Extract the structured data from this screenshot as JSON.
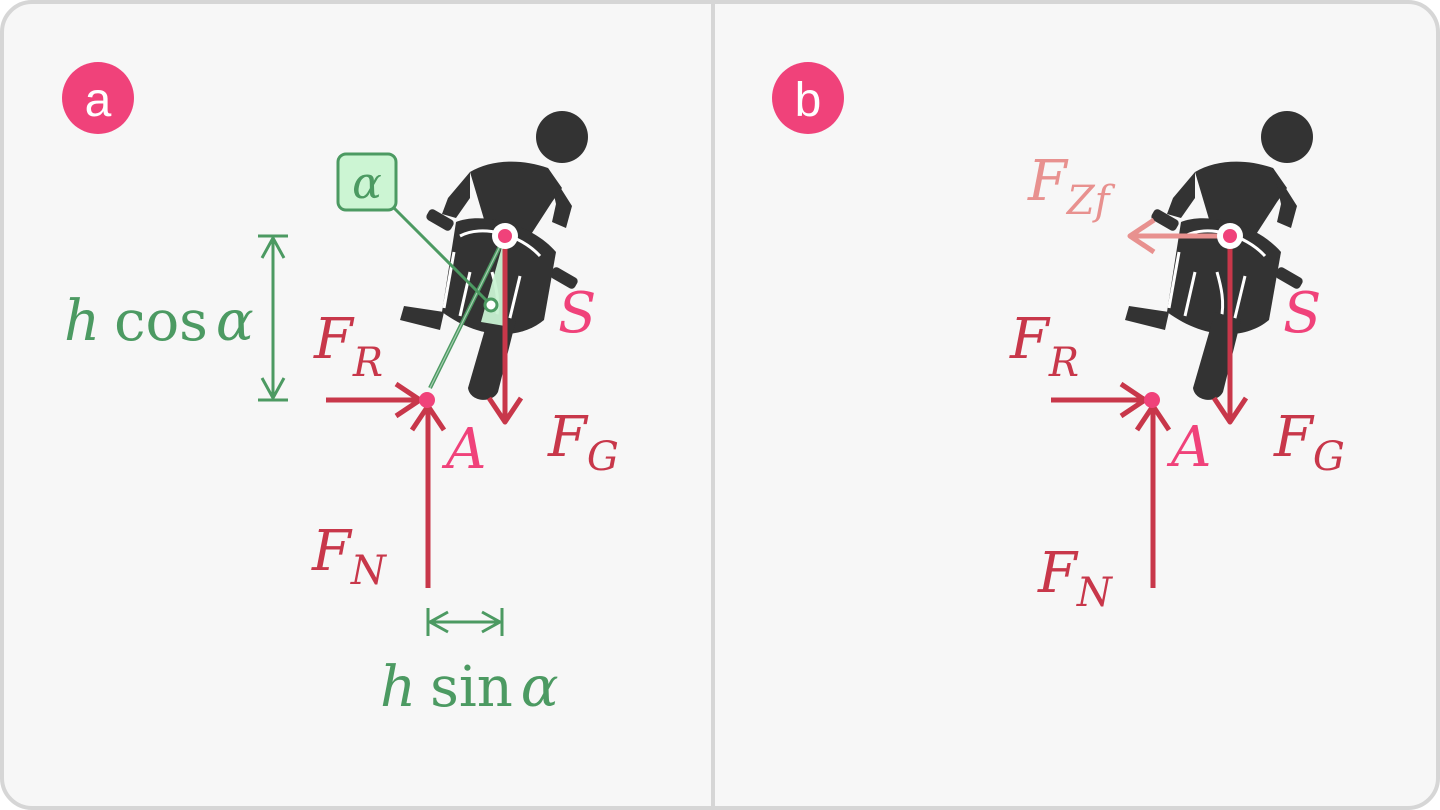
{
  "panels": [
    {
      "badge": "a",
      "labels": {
        "alpha_box": "α",
        "h_cos_h": "h",
        "h_cos_fn": "cos",
        "h_cos_alpha": "α",
        "F_R_main": "F",
        "F_R_sub": "R",
        "S": "S",
        "A": "A",
        "F_G_main": "F",
        "F_G_sub": "G",
        "F_N_main": "F",
        "F_N_sub": "N",
        "h_sin_h": "h",
        "h_sin_fn": "sin",
        "h_sin_alpha": "α"
      }
    },
    {
      "badge": "b",
      "labels": {
        "F_Zf_main": "F",
        "F_Zf_sub": "Zf",
        "F_R_main": "F",
        "F_R_sub": "R",
        "S": "S",
        "A": "A",
        "F_G_main": "F",
        "F_G_sub": "G",
        "F_N_main": "F",
        "F_N_sub": "N"
      }
    }
  ],
  "colors": {
    "force": "#c8374a",
    "point": "#f0427a",
    "geometry": "#4c9a62",
    "centrifugal": "#e8918f",
    "badge": "#f0427a",
    "rider": "#333333",
    "panel_bg": "#f7f7f7",
    "border": "#d6d6d6"
  },
  "icons": [
    "motorcycle-rider-icon",
    "motorcycle-rider-icon"
  ]
}
